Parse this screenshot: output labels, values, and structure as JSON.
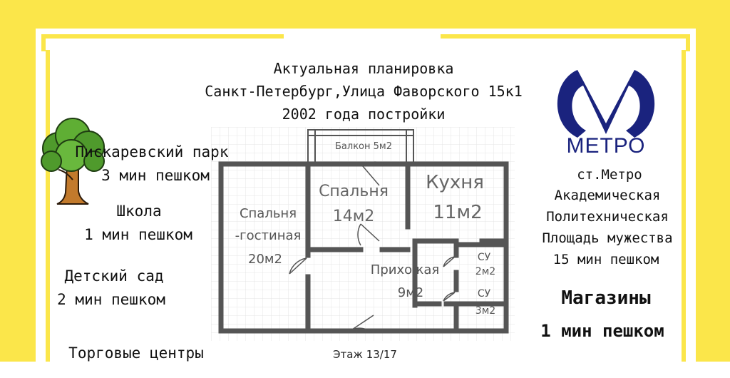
{
  "header": {
    "line1": "Актуальная планировка",
    "line2": "Санкт-Петербург,Улица Фаворского 15к1",
    "line3": "2002 года постройки"
  },
  "left": {
    "park_name": "Пискаревский парк",
    "park_time": "3 мин пешком",
    "school_name": "Школа",
    "school_time": "1 мин пешком",
    "kindergarten_name": "Детский сад",
    "kindergarten_time": "2 мин пешком",
    "malls_name": "Торговые центры"
  },
  "right": {
    "metro_logo_text": "МЕТРО",
    "metro_label": "ст.Метро",
    "station1": "Академическая",
    "station2": "Политехническая",
    "station3": "Площадь мужества",
    "metro_time": "15 мин пешком",
    "shops_label": "Магазины",
    "shops_time": "1 мин пешком",
    "metro_color": "#1a237e"
  },
  "plan": {
    "balcony": "Балкон 5м2",
    "bedroom_label": "Спальня",
    "bedroom_area": "14м2",
    "kitchen_label": "Кухня",
    "kitchen_area": "11м2",
    "living_label1": "Спальня",
    "living_label2": "-гостиная",
    "living_area": "20м2",
    "hall_label": "Прихожая",
    "hall_area": "9м2",
    "bath1_label": "СУ",
    "bath1_area": "2м2",
    "bath2_label": "СУ",
    "bath2_area": "3м2",
    "floor": "Этаж 13/17"
  }
}
